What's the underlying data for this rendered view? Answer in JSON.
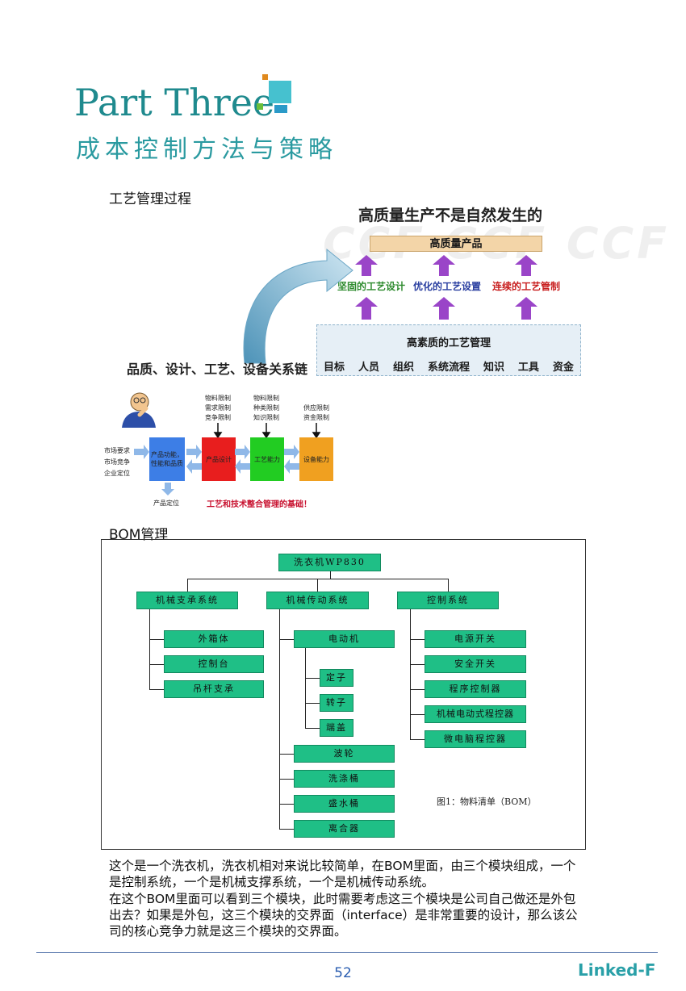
{
  "header": {
    "part_title": "Part Three",
    "part_subtitle": "成本控制方法与策略"
  },
  "process": {
    "section_label": "工艺管理过程",
    "title": "高质量生产不是自然发生的",
    "top_box": "高质量产品",
    "pillars": [
      {
        "label": "坚固的工艺设计",
        "color": "#2e8b2e"
      },
      {
        "label": "优化的工艺设置",
        "color": "#2a3fa0"
      },
      {
        "label": "连续的工艺管制",
        "color": "#c81e1e"
      }
    ],
    "mgmt_title": "高素质的工艺管理",
    "mgmt_items": [
      "目标",
      "人员",
      "组织",
      "系统流程",
      "知识",
      "工具",
      "资金"
    ],
    "watermark": "CCF CCF CCF"
  },
  "chain": {
    "title": "品质、设计、工艺、设备关系链",
    "left_inputs": [
      "市场要求",
      "市场竞争",
      "企业定位"
    ],
    "constraints": [
      [
        "物料限制",
        "需求限制",
        "竞争限制"
      ],
      [
        "物料限制",
        "种类限制",
        "知识限制"
      ],
      [
        "供应限制",
        "资金限制"
      ]
    ],
    "boxes": [
      {
        "label": "产品功能，性能和品质",
        "color": "#3d7ee6"
      },
      {
        "label": "产品设计",
        "color": "#e81e1e"
      },
      {
        "label": "工艺能力",
        "color": "#22cc22"
      },
      {
        "label": "设备能力",
        "color": "#f0a020"
      }
    ],
    "bottom_label": "产品定位",
    "footnote": "工艺和技术整合管理的基础！"
  },
  "bom": {
    "section_label": "BOM管理",
    "root": "洗衣机WP830",
    "groups": [
      {
        "label": "机械支承系统",
        "children": [
          "外箱体",
          "控制台",
          "吊杆支承"
        ]
      },
      {
        "label": "机械传动系统",
        "children": [
          "电动机",
          "波轮",
          "洗涤桶",
          "盛水桶",
          "离合器"
        ],
        "sub": [
          "定子",
          "转子",
          "端盖"
        ]
      },
      {
        "label": "控制系统",
        "children": [
          "电源开关",
          "安全开关",
          "程序控制器",
          "机械电动式程控器",
          "微电脑程控器"
        ]
      }
    ],
    "caption": "图1：物料清单（BOM）"
  },
  "body": {
    "para1": "这个是一个洗衣机，洗衣机相对来说比较简单，在BOM里面，由三个模块组成，一个是控制系统，一个是机械支撑系统，一个是机械传动系统。",
    "para2": "在这个BOM里面可以看到三个模块，此时需要考虑这三个模块是公司自己做还是外包出去？如果是外包，这三个模块的交界面（interface）是非常重要的设计，那么该公司的核心竞争力就是这三个模块的交界面。"
  },
  "footer": {
    "page_number": "52",
    "brand": "Linked-F"
  },
  "colors": {
    "teal": "#1f8a8e",
    "node_green": "#1fbf86",
    "page_blue": "#2a5db0"
  }
}
